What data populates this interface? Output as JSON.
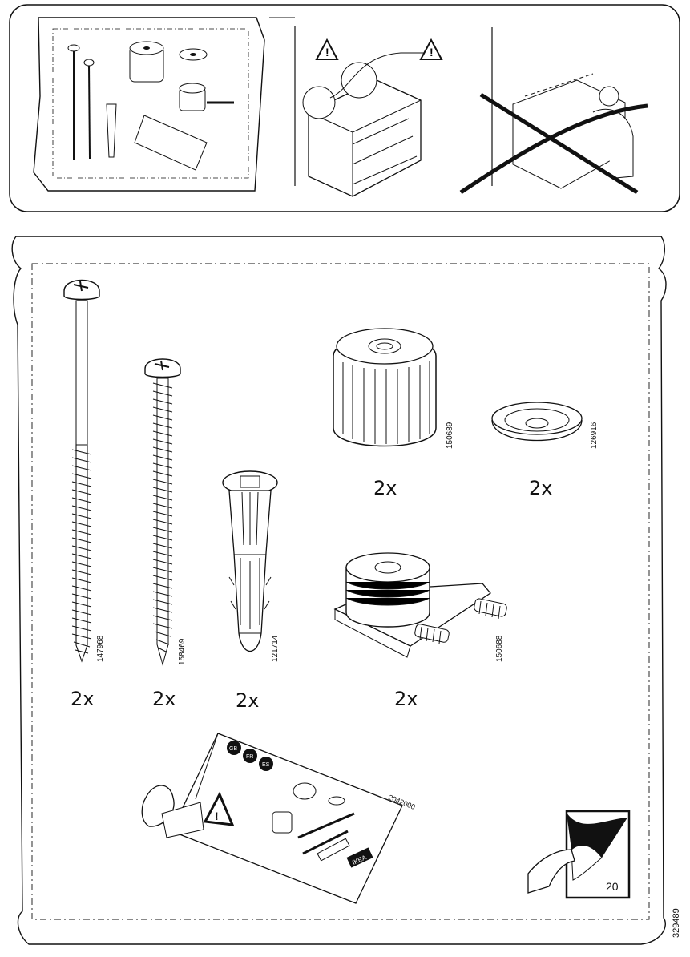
{
  "document": {
    "page_number": "20",
    "doc_code": "329489",
    "booklet_code": "2042000",
    "booklet_languages": [
      "GB",
      "FR",
      "ES"
    ],
    "booklet_brand": "IKEA"
  },
  "parts": [
    {
      "part_no": "147968",
      "qty": "2x",
      "icon": "long-screw-icon"
    },
    {
      "part_no": "158469",
      "qty": "2x",
      "icon": "screw-icon"
    },
    {
      "part_no": "121714",
      "qty": "2x",
      "icon": "wall-plug-icon"
    },
    {
      "part_no": "150689",
      "qty": "2x",
      "icon": "knurled-cap-icon"
    },
    {
      "part_no": "126916",
      "qty": "2x",
      "icon": "washer-icon"
    },
    {
      "part_no": "150688",
      "qty": "2x",
      "icon": "wall-bracket-icon"
    }
  ],
  "colors": {
    "line": "#111111",
    "paper": "#ffffff",
    "shade": "#d9d9d9"
  }
}
